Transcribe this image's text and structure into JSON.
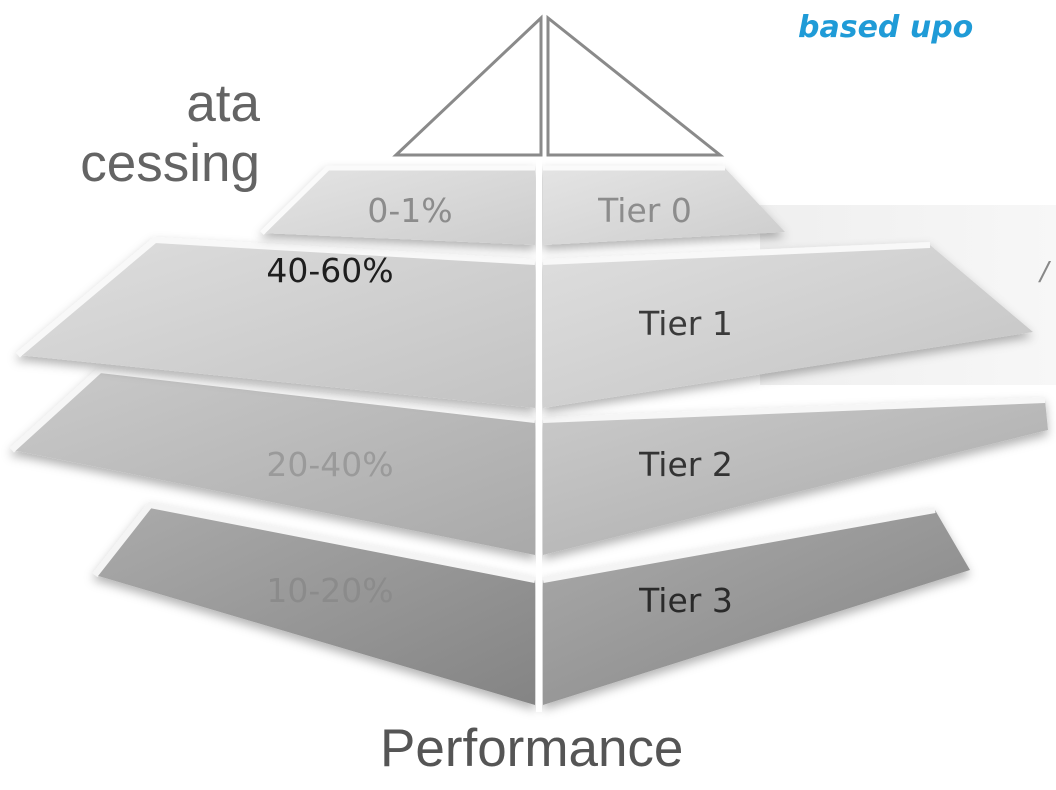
{
  "left_label": [
    "ata",
    "cessing"
  ],
  "top_right_label": "based upo",
  "bottom_label": "Performance",
  "tiers": [
    {
      "percent": "0-1%",
      "name": "Tier 0"
    },
    {
      "percent": "40-60%",
      "name": "Tier 1"
    },
    {
      "percent": "20-40%",
      "name": "Tier 2"
    },
    {
      "percent": "10-20%",
      "name": "Tier 3"
    }
  ],
  "colors": {
    "accent_text": "#1f9bd7",
    "tier0": "#d7d7d7",
    "tier1": "#cfcfcf",
    "tier2": "#b9b9b9",
    "tier3": "#9a9a9a"
  }
}
